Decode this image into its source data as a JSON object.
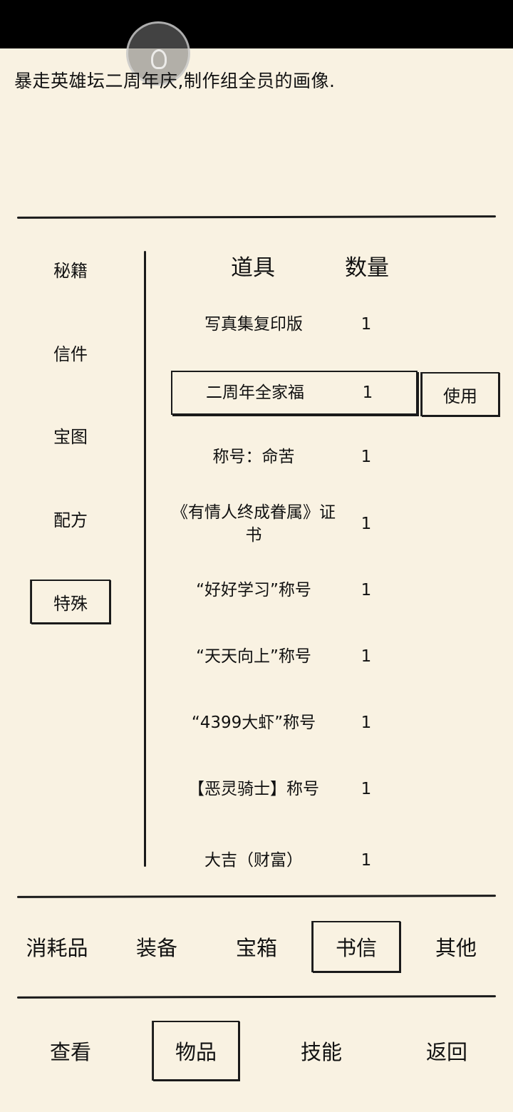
{
  "description": "暴走英雄坛二周年庆,制作组全员的画像.",
  "categories": [
    "秘籍",
    "信件",
    "宝图",
    "配方",
    "特殊"
  ],
  "selected_category": 4,
  "headers": {
    "item": "道具",
    "quantity": "数量"
  },
  "items": [
    {
      "name": "写真集复印版",
      "qty": "1"
    },
    {
      "name": "二周年全家福",
      "qty": "1"
    },
    {
      "name": "称号：命苦",
      "qty": "1"
    },
    {
      "name": "《有情人终成眷属》证书",
      "qty": "1"
    },
    {
      "name": "“好好学习”称号",
      "qty": "1"
    },
    {
      "name": "“天天向上”称号",
      "qty": "1"
    },
    {
      "name": "“4399大虾”称号",
      "qty": "1"
    },
    {
      "name": "【恶灵骑士】称号",
      "qty": "1"
    },
    {
      "name": "大吉（财富）",
      "qty": "1"
    }
  ],
  "selected_item": 1,
  "use_label": "使用",
  "tabs": [
    "消耗品",
    "装备",
    "宝箱",
    "书信",
    "其他"
  ],
  "selected_tab": 3,
  "nav": [
    "查看",
    "物品",
    "技能",
    "返回"
  ],
  "selected_nav": 1
}
